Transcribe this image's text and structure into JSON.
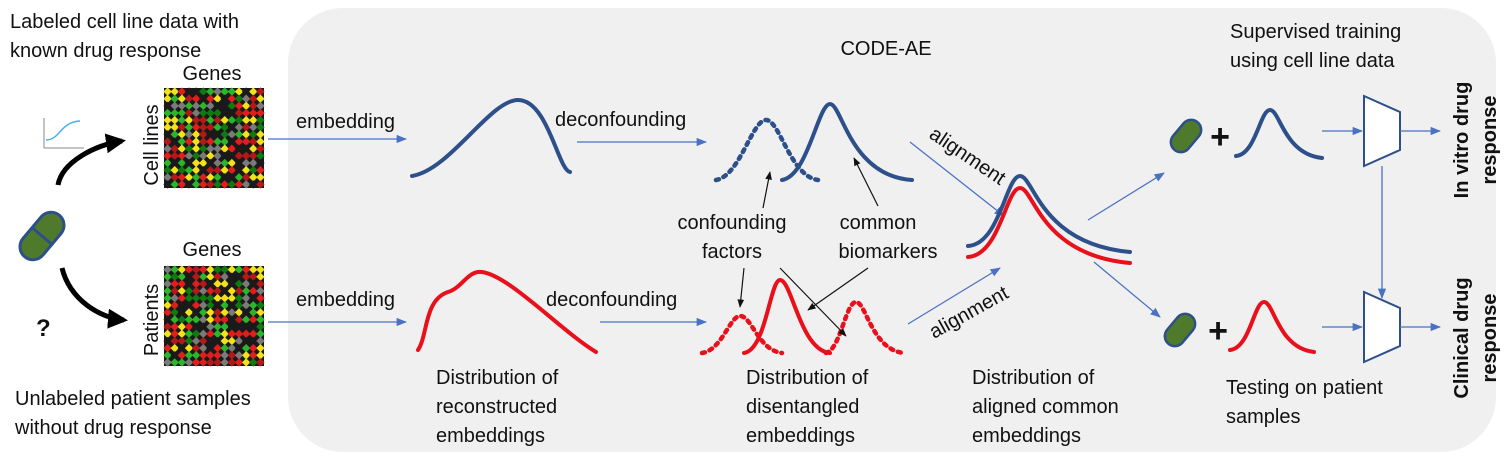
{
  "title": "CODE-AE",
  "left": {
    "cell_line_caption": [
      "Labeled cell line data with",
      "known drug response"
    ],
    "patient_caption": [
      "Unlabeled patient samples",
      "without drug response"
    ],
    "genes_label": "Genes",
    "cell_lines_label": "Cell lines",
    "patients_label": "Patients",
    "question_mark": "?"
  },
  "flow": {
    "embedding": "embedding",
    "deconfounding": "deconfounding",
    "alignment": "alignment"
  },
  "annotations": {
    "confounding": [
      "confounding",
      "factors"
    ],
    "common": [
      "common",
      "biomarkers"
    ]
  },
  "captions": {
    "reconstructed": [
      "Distribution of",
      "reconstructed",
      "embeddings"
    ],
    "disentangled": [
      "Distribution of",
      "disentangled",
      "embeddings"
    ],
    "aligned": [
      "Distribution of",
      "aligned common",
      "embeddings"
    ]
  },
  "right": {
    "supervised": [
      "Supervised training",
      "using cell line data"
    ],
    "testing": [
      "Testing on patient",
      "samples"
    ],
    "plus": "+",
    "in_vitro": [
      "In vitro drug",
      "response"
    ],
    "clinical": [
      "Clinical drug",
      "response"
    ]
  },
  "colors": {
    "cell_line_blue": "#2d4f8a",
    "patient_red": "#e8101a",
    "arrow_blue": "#4a72c4",
    "pill_green": "#4f7a2c",
    "panel_gray": "#f0f0f0"
  },
  "icons": [
    "pill-icon",
    "dose-response-icon",
    "heatmap-icon",
    "model-trapezoid-icon"
  ]
}
